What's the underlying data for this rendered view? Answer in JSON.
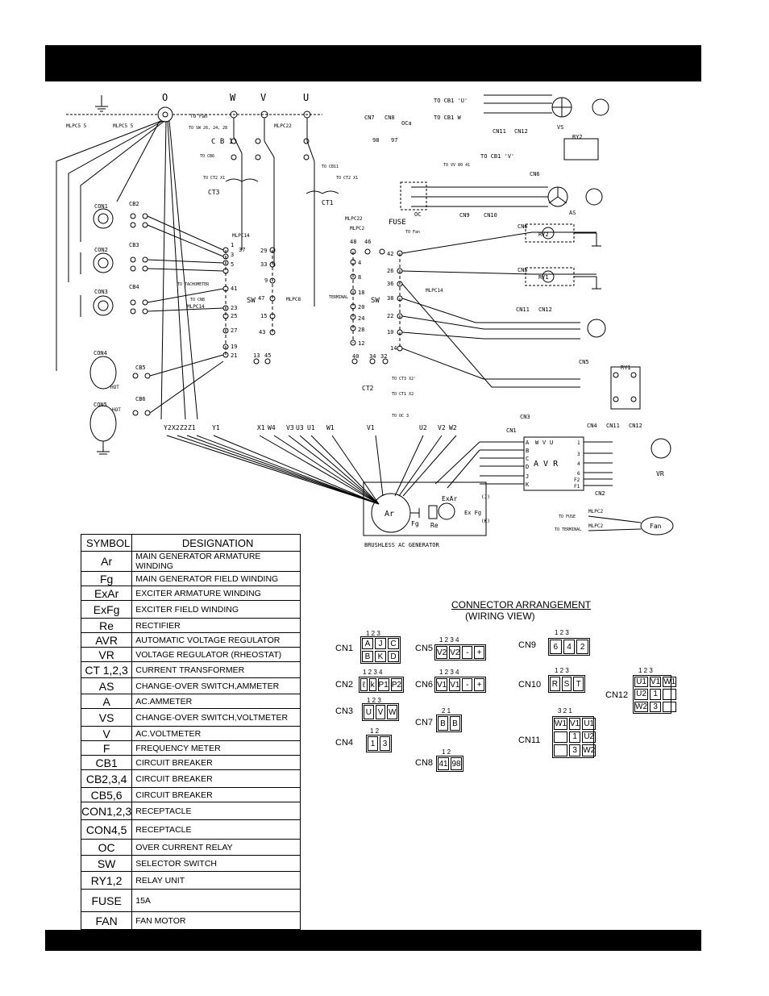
{
  "schematic": {
    "top_terminals": [
      "O",
      "W",
      "V",
      "U"
    ],
    "labels": {
      "to_fan": "TO Fan",
      "to_sw": "TO SW 26, 24, 28",
      "mlpc5_5a": "MLPC5 5",
      "mlpc5_5b": "MLPC5 5",
      "mlpc22": "MLPC22",
      "cb1": "C B 1",
      "to_cb6": "TO CB6",
      "to_cb11": "TO CB11",
      "to_ct2_x1": "TO CT2 X1",
      "ct3": "CT3",
      "ct1": "CT1",
      "to_ct2_x1b": "TO CT2 X1",
      "cn7": "CN7",
      "cn8": "CN8",
      "oca": "OCa",
      "n98": "98",
      "n97": "97",
      "to_vv": "TO VV 80 41",
      "to_cb1_u": "TO CB1 'U'",
      "to_cb1_w": "TO CB1 W",
      "cn11": "CN11",
      "cn12": "CN12",
      "vs": "VS",
      "to_cb1_v": "TO CB1 'V'",
      "ry2": "RY2",
      "cn6": "CN6",
      "as": "AS",
      "oc": "OC",
      "cn9": "CN9",
      "cn10": "CN10",
      "fuse": "FUSE",
      "to_fan2": "TO Fan",
      "mlpc22b": "MLPC22",
      "mlpc2": "MLPC2",
      "cn6b": "CN6",
      "ry2b": "RY2",
      "cn5": "CN5",
      "ry1": "RY1",
      "cn11b": "CN11",
      "cn12b": "CN12",
      "cn5b": "CN5",
      "ry1b": "RY1",
      "cn3": "CN3",
      "cn1": "CN1",
      "cn4": "CN4",
      "cn11c": "CN11",
      "cn12c": "CN12",
      "cn2": "CN2",
      "vr": "VR",
      "avr": "A V R",
      "sw_left": "SW",
      "sw_right": "SW",
      "con1": "CON1",
      "con2": "CON2",
      "con3": "CON3",
      "con4": "CON4",
      "con5": "CON5",
      "cb2": "CB2",
      "cb3": "CB3",
      "cb4": "CB4",
      "cb5": "CB5",
      "cb6": "CB6",
      "hot": "HOT",
      "hot2": "HOT",
      "ct2": "CT2",
      "to_ct3": "TO CT3 X2'",
      "to_ct1": "TO CT1 X2",
      "to_oc": "TO OC 3",
      "terminal": "TERMINAL",
      "mlpc14": "MLPC14",
      "mlpc14b": "MLPC14",
      "mlpc8": "MLPC8",
      "to_tach": "TO TACHOMETER",
      "to_cn8": "TO CN8",
      "mlpc14c": "MLPC14",
      "brushless": "BRUSHLESS AC GENERATOR",
      "ar": "Ar",
      "exar": "ExAr",
      "exfg": "Ex Fg",
      "fg": "Fg",
      "re": "Re",
      "to_fuse": "TO FUSE",
      "to_terminal": "TO TERMINAL",
      "mlpc2b": "MLPC2",
      "mlpc2c": "MLPC2",
      "fan": "Fan",
      "j_label": "(J)",
      "k_label": "(K)"
    },
    "bottom_wires": [
      "Y2",
      "X2",
      "Z2",
      "Z1",
      "Y1",
      "X1",
      "W4",
      "V3",
      "U3",
      "U1",
      "W1",
      "V1",
      "U2",
      "V2",
      "W2"
    ],
    "sw_left_terminals": [
      "37",
      "29",
      "33",
      "9",
      "47",
      "15",
      "43",
      "13",
      "45",
      "1",
      "3",
      "5",
      "41",
      "23",
      "25",
      "27",
      "19",
      "21"
    ],
    "sw_right_terminals": [
      "48",
      "46",
      "42",
      "4",
      "26",
      "8",
      "36",
      "18",
      "38",
      "20",
      "24",
      "22",
      "28",
      "12",
      "10",
      "14",
      "40",
      "34",
      "32"
    ],
    "avr_inputs": [
      "A",
      "B",
      "C",
      "D",
      "J",
      "K"
    ],
    "avr_outputs": [
      "1",
      "3",
      "4",
      "6",
      "F2",
      "F1"
    ],
    "avr_top": [
      "W",
      "V",
      "U"
    ]
  },
  "legend": {
    "header_symbol": "SYMBOL",
    "header_designation": "DESIGNATION",
    "rows": [
      {
        "symbol": "Ar",
        "designation": "MAIN GENERATOR ARMATURE WINDING"
      },
      {
        "symbol": "Fg",
        "designation": "MAIN GENERATOR FIELD WINDING"
      },
      {
        "symbol": "ExAr",
        "designation": "EXCITER ARMATURE WINDING"
      },
      {
        "symbol": "ExFg",
        "designation": "EXCITER FIELD WINDING"
      },
      {
        "symbol": "Re",
        "designation": "RECTIFIER"
      },
      {
        "symbol": "AVR",
        "designation": "AUTOMATIC VOLTAGE REGULATOR"
      },
      {
        "symbol": "VR",
        "designation": "VOLTAGE REGULATOR (RHEOSTAT)"
      },
      {
        "symbol": "CT 1,2,3",
        "designation": "CURRENT TRANSFORMER"
      },
      {
        "symbol": "AS",
        "designation": "CHANGE-OVER SWITCH,AMMETER"
      },
      {
        "symbol": "A",
        "designation": "AC.AMMETER"
      },
      {
        "symbol": "VS",
        "designation": "CHANGE-OVER SWITCH,VOLTMETER"
      },
      {
        "symbol": "V",
        "designation": "AC.VOLTMETER"
      },
      {
        "symbol": "F",
        "designation": "FREQUENCY METER"
      },
      {
        "symbol": "CB1",
        "designation": "CIRCUIT BREAKER"
      },
      {
        "symbol": "CB2,3,4",
        "designation": "CIRCUIT BREAKER"
      },
      {
        "symbol": "CB5,6",
        "designation": "CIRCUIT BREAKER"
      },
      {
        "symbol": "CON1,2,3",
        "designation": "RECEPTACLE"
      },
      {
        "symbol": "CON4,5",
        "designation": "RECEPTACLE"
      },
      {
        "symbol": "OC",
        "designation": "OVER CURRENT RELAY"
      },
      {
        "symbol": "SW",
        "designation": "SELECTOR SWITCH"
      },
      {
        "symbol": "RY1,2",
        "designation": "RELAY UNIT"
      },
      {
        "symbol": "FUSE",
        "designation": "15A"
      },
      {
        "symbol": "FAN",
        "designation": "FAN MOTOR"
      }
    ]
  },
  "connectors": {
    "title": "CONNECTOR ARRANGEMENT",
    "subtitle": "(WIRING VIEW)",
    "cn1": {
      "label": "CN1",
      "pins": "1  2  3",
      "cells": [
        "A",
        "J",
        "C",
        "B",
        "K",
        "D"
      ]
    },
    "cn2": {
      "label": "CN2",
      "pins": "1  2  3  4",
      "cells": [
        "ℓ",
        "k",
        "P1",
        "P2"
      ]
    },
    "cn3": {
      "label": "CN3",
      "pins": "1  2  3",
      "cells": [
        "U",
        "V",
        "W"
      ]
    },
    "cn4": {
      "label": "CN4",
      "pins": "1  2",
      "cells": [
        "1",
        "3"
      ]
    },
    "cn5": {
      "label": "CN5",
      "pins": "1  2  3  4",
      "cells": [
        "V2",
        "V2",
        "-",
        "+"
      ]
    },
    "cn6": {
      "label": "CN6",
      "pins": "1  2  3  4",
      "cells": [
        "V1",
        "V1",
        "-",
        "+"
      ]
    },
    "cn7": {
      "label": "CN7",
      "pins": "2  1",
      "cells": [
        "B",
        "B"
      ]
    },
    "cn8": {
      "label": "CN8",
      "pins": "1  2",
      "cells": [
        "41",
        "98"
      ]
    },
    "cn9": {
      "label": "CN9",
      "pins": "1  2  3",
      "cells": [
        "6",
        "4",
        "2"
      ]
    },
    "cn10": {
      "label": "CN10",
      "pins": "1  2  3",
      "cells": [
        "R",
        "S",
        "T"
      ]
    },
    "cn11": {
      "label": "CN11",
      "pins": "3  2  1",
      "cells": [
        "W1",
        "V1",
        "U1",
        "",
        "1",
        "U2",
        "",
        "3",
        "W2"
      ]
    },
    "cn12": {
      "label": "CN12",
      "pins": "1  2  3",
      "cells": [
        "U1",
        "V1",
        "W1",
        "U2",
        "1",
        "",
        "W2",
        "3",
        ""
      ]
    }
  }
}
